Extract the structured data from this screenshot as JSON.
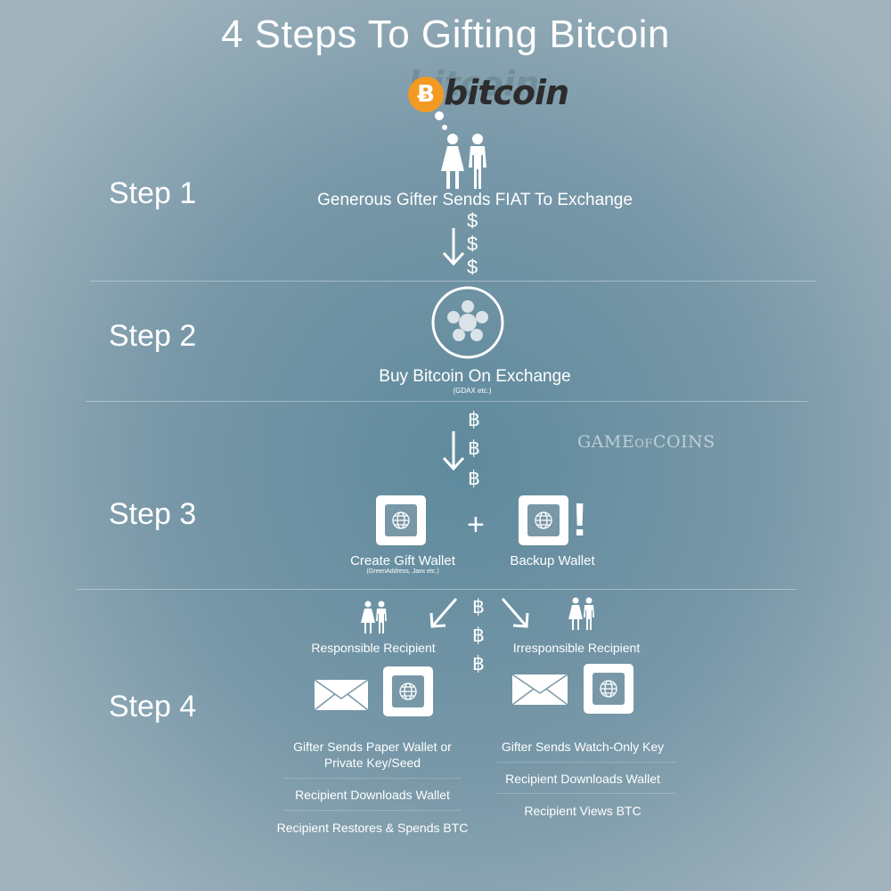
{
  "title": "4 Steps To Gifting Bitcoin",
  "logo": {
    "symbol": "Ƀ",
    "text": "bitcoin",
    "color": "#f39a23"
  },
  "step1": {
    "label": "Step 1",
    "caption": "Generous Gifter Sends FIAT To Exchange",
    "symbols": [
      "$",
      "$",
      "$"
    ]
  },
  "step2": {
    "label": "Step 2",
    "caption": "Buy Bitcoin On Exchange",
    "sub": "(GDAX etc.)"
  },
  "step3": {
    "label": "Step 3",
    "symbols": [
      "฿",
      "฿",
      "฿"
    ],
    "create_wallet": "Create Gift Wallet",
    "create_sub": "(GreenAddress, Jaxx etc.)",
    "plus": "+",
    "backup_wallet": "Backup Wallet",
    "bang": "!"
  },
  "watermark": {
    "a": "GAME",
    "b": "OF",
    "c": "COINS"
  },
  "step4": {
    "label": "Step 4",
    "symbols": [
      "฿",
      "฿",
      "฿"
    ],
    "responsible": {
      "heading": "Responsible Recipient",
      "line1a": "Gifter Sends Paper Wallet or",
      "line1b": "Private Key/Seed",
      "line2": "Recipient Downloads Wallet",
      "line3": "Recipient Restores & Spends BTC"
    },
    "irresponsible": {
      "heading": "Irresponsible Recipient",
      "line1": "Gifter Sends Watch-Only Key",
      "line2": "Recipient Downloads Wallet",
      "line3": "Recipient Views BTC"
    }
  }
}
